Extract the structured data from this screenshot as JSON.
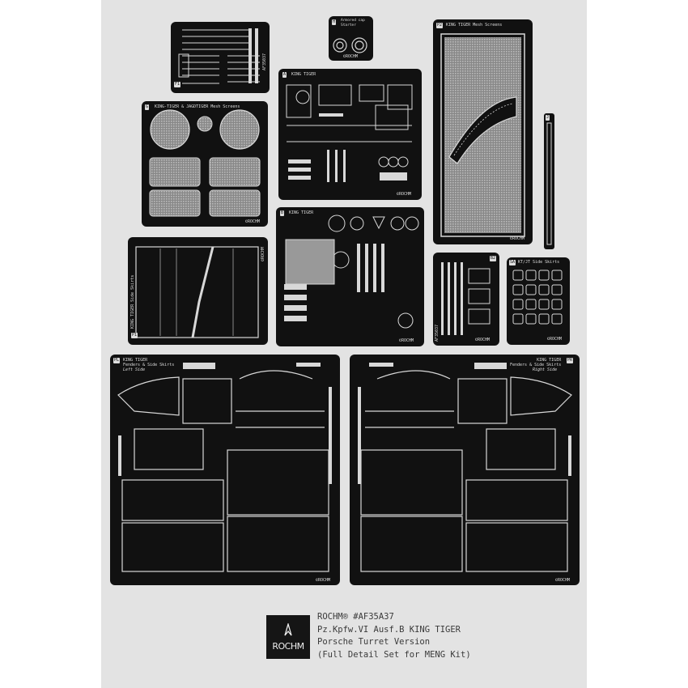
{
  "sheet": {
    "background": "#e3e3e3",
    "fret_color": "#111111",
    "etch_color": "#d8d8d8"
  },
  "frets": {
    "f1": {
      "tag": "F1",
      "label": "",
      "vertical": "AF35037",
      "copyright": ""
    },
    "h": {
      "tag": "H",
      "label": "Armored cap\nStarter",
      "copyright": "©ROCHM"
    },
    "p2": {
      "tag": "P2",
      "label": "KING TIGER Mesh Screens",
      "copyright": "©ROCHM"
    },
    "a": {
      "tag": "A",
      "label": "KING TIGER",
      "copyright": "©ROCHM"
    },
    "g": {
      "tag": "G",
      "label": "KING-TIGER & JAGDTIGER Mesh Screens",
      "copyright": "©ROCHM"
    },
    "b": {
      "tag": "B",
      "label": "KING TIGER",
      "copyright": "©ROCHM"
    },
    "p1": {
      "tag": "P1",
      "label": "",
      "vertical": "KING TIGER Side Skirts",
      "copyright": "©ROCHM"
    },
    "small": {
      "tag": "B2",
      "vertical": "AF35037",
      "copyright": "©ROCHM"
    },
    "sa": {
      "tag": "SA",
      "label": "KT/JT Side Skirts",
      "copyright": "©ROCHM"
    },
    "pl": {
      "tag": "PL",
      "label": "KING TIGER\nFenders & Side Skirts",
      "side": "Left Side",
      "copyright": "©ROCHM"
    },
    "pr": {
      "tag": "PR",
      "label": "KING TIGER\nFenders & Side Skirts",
      "side": "Right Side",
      "copyright": "©ROCHM"
    },
    "j": {
      "tag": "J"
    }
  },
  "logo": {
    "text": "ROCHM"
  },
  "caption": {
    "line1": "ROCHM® #AF35A37",
    "line2": "Pz.Kpfw.VI Ausf.B KING TIGER",
    "line3": "Porsche Turret Version",
    "line4": "(Full Detail Set for MENG Kit)"
  }
}
